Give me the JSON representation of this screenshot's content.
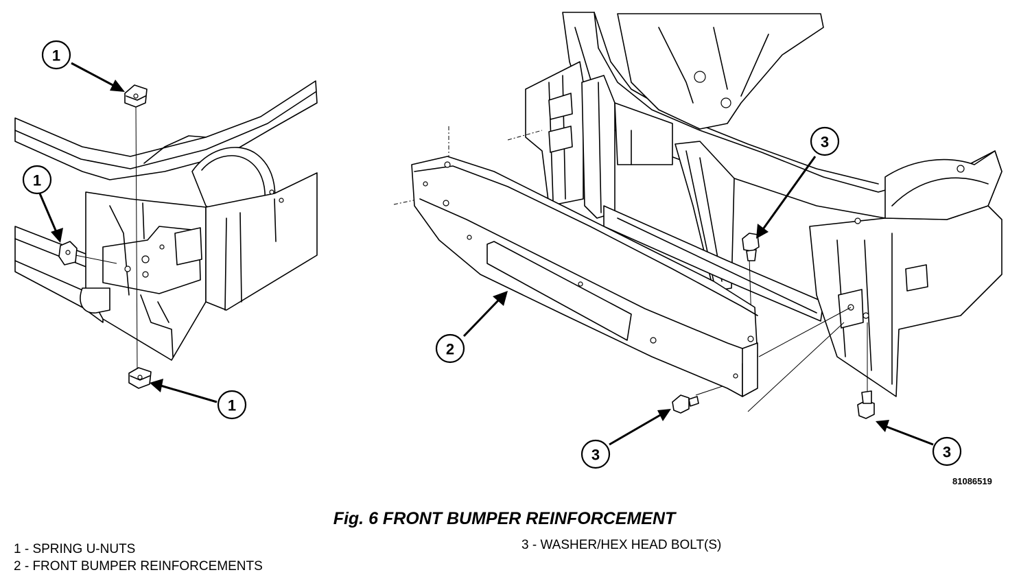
{
  "figure": {
    "caption": "Fig. 6 FRONT BUMPER REINFORCEMENT",
    "image_number": "81086519"
  },
  "callouts": [
    {
      "label": "1"
    },
    {
      "label": "1"
    },
    {
      "label": "1"
    },
    {
      "label": "2"
    },
    {
      "label": "3"
    },
    {
      "label": "3"
    },
    {
      "label": "3"
    }
  ],
  "legend": [
    {
      "text": "1 - SPRING U-NUTS"
    },
    {
      "text": "2 - FRONT BUMPER REINFORCEMENTS"
    },
    {
      "text": "3 - WASHER/HEX HEAD BOLT(S)"
    }
  ]
}
